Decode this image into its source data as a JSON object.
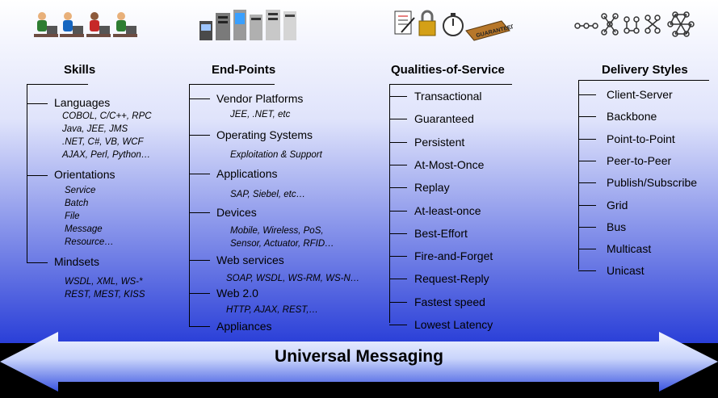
{
  "banner": "Universal Messaging",
  "colors": {
    "panel_top": "#ffffff",
    "panel_bottom": "#2a3fd8",
    "arrow_light": "#e6ecff",
    "arrow_dark": "#3a54e0"
  },
  "columns": {
    "skills": {
      "title": "Skills",
      "icon": "people-at-computers-icon",
      "items": [
        {
          "label": "Languages",
          "details": [
            "COBOL, C/C++, RPC",
            "Java, JEE, JMS",
            ".NET, C#, VB, WCF",
            "AJAX, Perl, Python…"
          ]
        },
        {
          "label": "Orientations",
          "details": [
            "Service",
            "Batch",
            "File",
            "Message",
            "Resource…"
          ]
        },
        {
          "label": "Mindsets",
          "details": [
            "WSDL, XML, WS-*",
            "REST, MEST, KISS"
          ]
        }
      ]
    },
    "endpoints": {
      "title": "End-Points",
      "icon": "servers-devices-icon",
      "items": [
        {
          "label": "Vendor Platforms",
          "details": [
            "JEE, .NET, etc"
          ]
        },
        {
          "label": "Operating Systems",
          "details": [
            "Exploitation & Support"
          ]
        },
        {
          "label": "Applications",
          "details": [
            "SAP, Siebel, etc…"
          ]
        },
        {
          "label": "Devices",
          "details": [
            "Mobile, Wireless, PoS,",
            "Sensor, Actuator, RFID…"
          ]
        },
        {
          "label": "Web services",
          "details": [
            "SOAP, WSDL, WS-RM, WS-N…"
          ]
        },
        {
          "label": "Web 2.0",
          "details": [
            "HTTP, AJAX, REST,…"
          ]
        },
        {
          "label": "Appliances",
          "details": []
        }
      ]
    },
    "qos": {
      "title": "Qualities-of-Service",
      "icon": "document-lock-stopwatch-guaranteed-icon",
      "stamp": "GUARANTEED",
      "items": [
        "Transactional",
        "Guaranteed",
        "Persistent",
        "At-Most-Once",
        "Replay",
        "At-least-once",
        "Best-Effort",
        "Fire-and-Forget",
        "Request-Reply",
        "Fastest speed",
        "Lowest Latency"
      ]
    },
    "delivery": {
      "title": "Delivery Styles",
      "icon": "network-topology-icon",
      "items": [
        "Client-Server",
        "Backbone",
        "Point-to-Point",
        "Peer-to-Peer",
        "Publish/Subscribe",
        "Grid",
        "Bus",
        "Multicast",
        "Unicast"
      ]
    }
  }
}
